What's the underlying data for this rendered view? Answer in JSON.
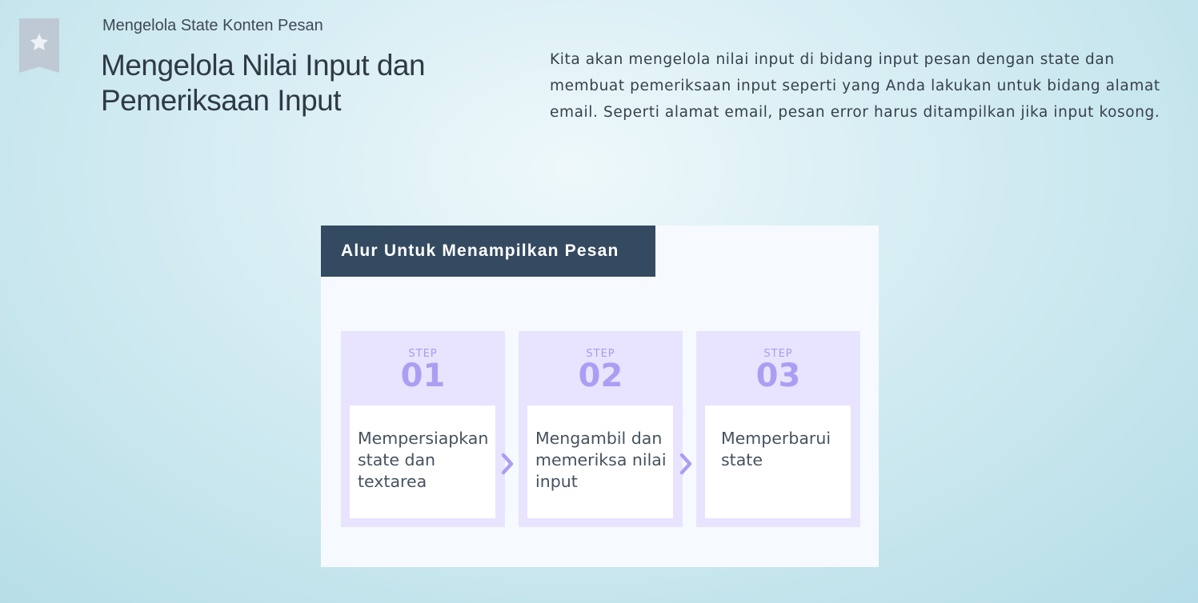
{
  "header": {
    "eyebrow": "Mengelola State Konten Pesan",
    "title": "Mengelola Nilai Input dan Pemeriksaan Input",
    "description": "Kita akan mengelola nilai input di bidang input pesan dengan state dan membuat pemeriksaan input seperti yang Anda lakukan untuk bidang alamat email. Seperti alamat email, pesan error harus ditampilkan jika input kosong."
  },
  "bookmark": {
    "icon": "star-icon"
  },
  "diagram": {
    "title": "Alur Untuk Menampilkan Pesan",
    "step_word": "STEP",
    "steps": [
      {
        "number": "01",
        "text": "Mempersiapkan state dan textarea"
      },
      {
        "number": "02",
        "text": "Mengambil dan memeriksa nilai input"
      },
      {
        "number": "03",
        "text": "Memperbarui state"
      }
    ],
    "arrow_icon": "chevron-right-icon"
  },
  "colors": {
    "header_bg": "#344a61",
    "step_bg": "#e8e3ff",
    "accent": "#ab9ef2"
  }
}
